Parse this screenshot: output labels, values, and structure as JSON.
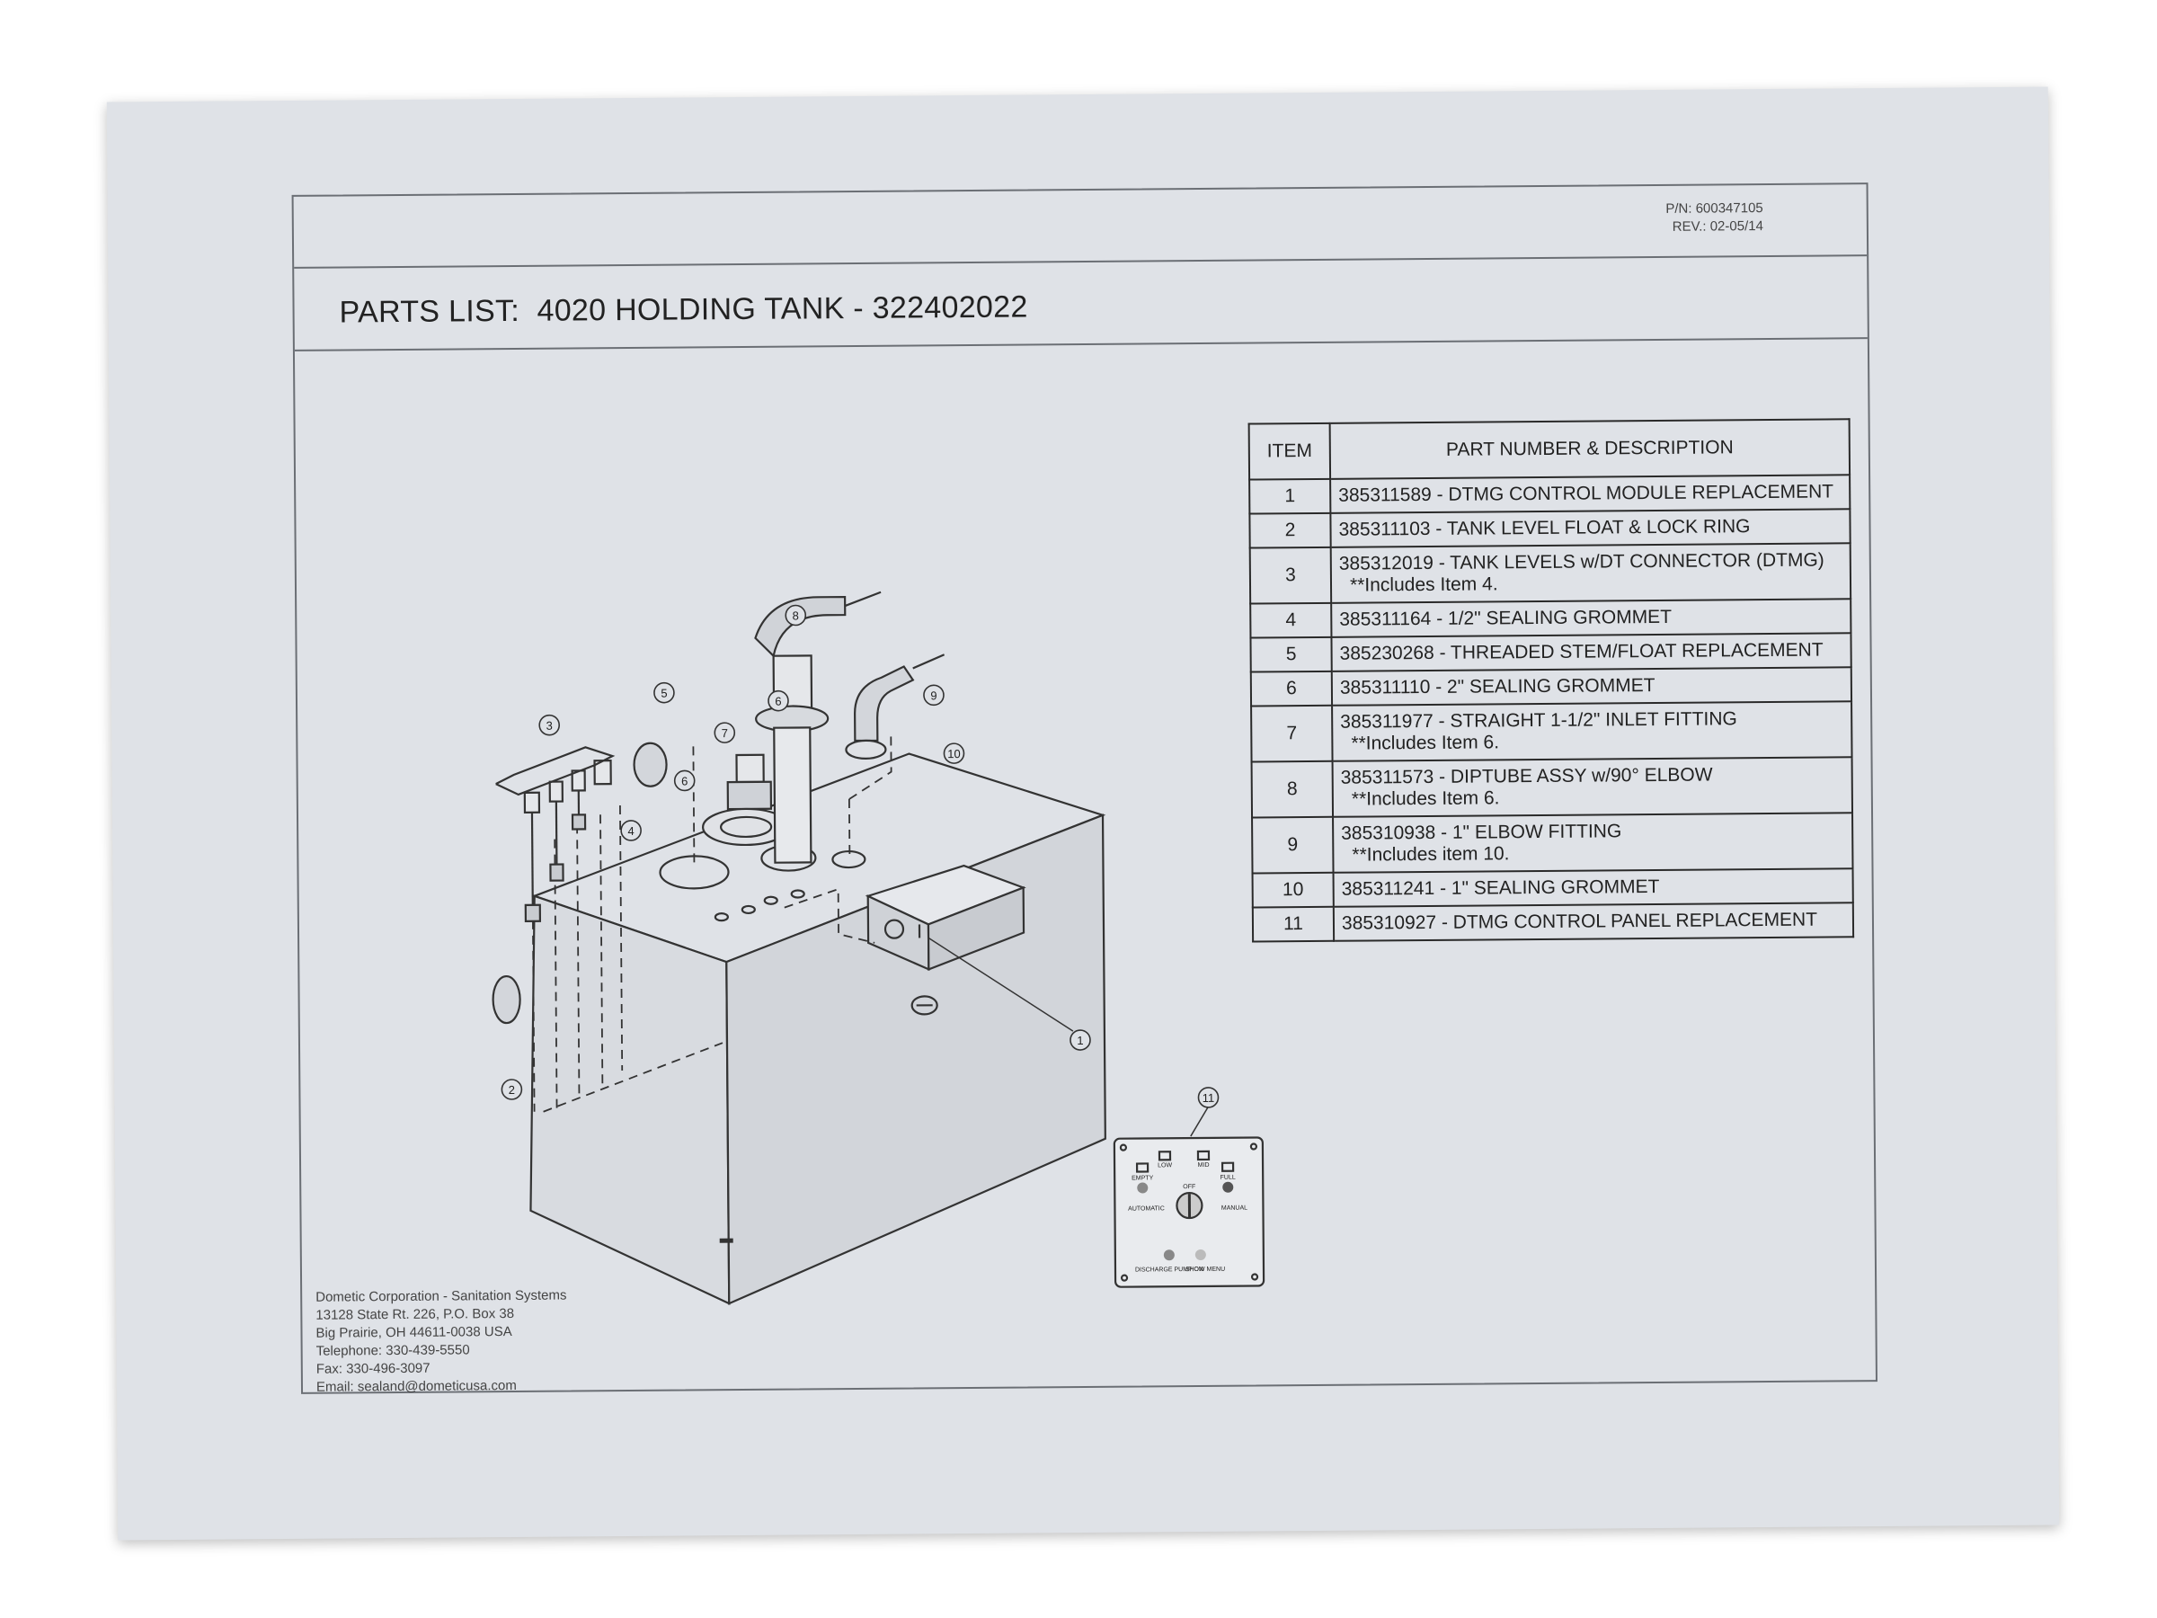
{
  "header": {
    "part_number": "P/N: 600347105",
    "revision": "REV.: 02-05/14"
  },
  "title": "PARTS LIST:  4020 HOLDING TANK - 322402022",
  "parts_table": {
    "columns": [
      "ITEM",
      "PART NUMBER & DESCRIPTION"
    ],
    "rows": [
      {
        "item": "1",
        "description": "385311589 - DTMG CONTROL MODULE REPLACEMENT",
        "note": ""
      },
      {
        "item": "2",
        "description": "385311103 - TANK LEVEL FLOAT & LOCK RING",
        "note": ""
      },
      {
        "item": "3",
        "description": "385312019 - TANK LEVELS w/DT CONNECTOR (DTMG)",
        "note": "**Includes Item 4."
      },
      {
        "item": "4",
        "description": "385311164 - 1/2\" SEALING GROMMET",
        "note": ""
      },
      {
        "item": "5",
        "description": "385230268 - THREADED STEM/FLOAT REPLACEMENT",
        "note": ""
      },
      {
        "item": "6",
        "description": "385311110 - 2\" SEALING GROMMET",
        "note": ""
      },
      {
        "item": "7",
        "description": "385311977 - STRAIGHT 1-1/2\" INLET FITTING",
        "note": "**Includes Item 6."
      },
      {
        "item": "8",
        "description": "385311573 - DIPTUBE ASSY w/90° ELBOW",
        "note": "**Includes Item 6."
      },
      {
        "item": "9",
        "description": "385310938 - 1\" ELBOW FITTING",
        "note": "**Includes item 10."
      },
      {
        "item": "10",
        "description": "385311241 - 1\" SEALING GROMMET",
        "note": ""
      },
      {
        "item": "11",
        "description": "385310927 - DTMG CONTROL PANEL REPLACEMENT",
        "note": ""
      }
    ]
  },
  "callouts": [
    "1",
    "2",
    "3",
    "4",
    "5",
    "6",
    "6",
    "7",
    "8",
    "9",
    "10",
    "11"
  ],
  "control_panel": {
    "labels": [
      "LOW",
      "MID",
      "EMPTY",
      "FULL",
      "OFF",
      "AUTOMATIC",
      "MANUAL",
      "DISCHARGE PUMP ON",
      "SHOW MENU"
    ]
  },
  "address": {
    "line1": "Dometic Corporation - Sanitation Systems",
    "line2": "13128 State Rt. 226, P.O. Box 38",
    "line3": "Big Prairie, OH 44611-0038 USA",
    "line4": "Telephone: 330-439-5550",
    "line5": "Fax: 330-496-3097",
    "line6": "Email: sealand@dometicusa.com"
  },
  "colors": {
    "paper": "#dfe2e7",
    "ink": "#222222",
    "frame_line": "#6b6f75"
  }
}
